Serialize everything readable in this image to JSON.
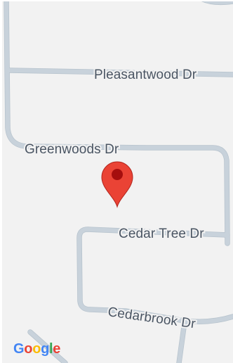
{
  "map": {
    "roads": [
      {
        "id": "pleasantwood",
        "label": "Pleasantwood Dr"
      },
      {
        "id": "greenwoods",
        "label": "Greenwoods Dr"
      },
      {
        "id": "cedar-tree",
        "label": "Cedar Tree Dr"
      },
      {
        "id": "cedarbrook",
        "label": "Cedarbrook Dr"
      }
    ],
    "marker": {
      "icon": "map-pin-icon",
      "color": "#d93025"
    },
    "logo": {
      "text": "Google",
      "letters": [
        "G",
        "o",
        "o",
        "g",
        "l",
        "e"
      ],
      "colors": [
        "#4285f4",
        "#ea4335",
        "#fbbc05",
        "#4285f4",
        "#34a853",
        "#ea4335"
      ]
    }
  }
}
